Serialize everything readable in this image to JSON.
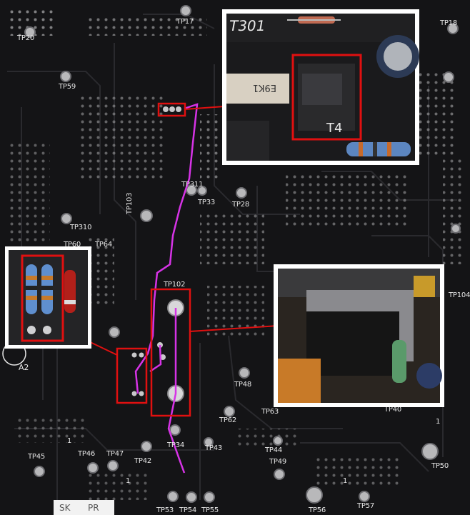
{
  "board": {
    "test_points": [
      "TP20",
      "TP17",
      "TP18",
      "TP59",
      "TP311",
      "TP33",
      "TP28",
      "TP103",
      "TP310",
      "TP60",
      "TP64",
      "TP102",
      "TP104",
      "A2",
      "TP48",
      "TP63",
      "TP62",
      "TP40",
      "TP34",
      "TP43",
      "TP42",
      "TP44",
      "TP49",
      "TP45",
      "TP46",
      "TP47",
      "TP50",
      "TP53",
      "TP54",
      "TP55",
      "TP56",
      "TP57"
    ],
    "ones": [
      "1",
      "1",
      "1",
      "1"
    ],
    "bottom_labels": [
      "SK",
      "PR"
    ]
  },
  "insets": {
    "transistor": {
      "silk_main": "T301",
      "silk_part": "T4",
      "capacitor_text": "E9K1"
    },
    "resistors": {},
    "relay": {}
  },
  "colors": {
    "highlight": "#e01010",
    "trace": "#d633e6",
    "board": "#141416",
    "silkscreen": "#e6e6e6"
  }
}
